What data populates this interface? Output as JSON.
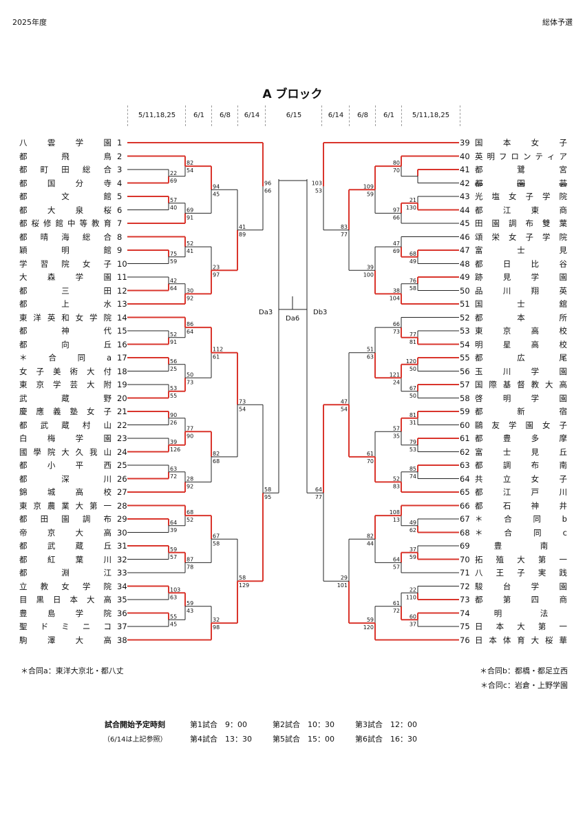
{
  "header": {
    "year": "2025年度",
    "event": "総体予選"
  },
  "title": "A ブロック",
  "date_headers_left": [
    "5/11,18,25",
    "6/1",
    "6/8",
    "6/14"
  ],
  "date_headers_center": "6/15",
  "date_headers_right": [
    "6/14",
    "6/8",
    "6/1",
    "5/11,18,25"
  ],
  "teams_left": [
    {
      "n": 1,
      "name": "八雲学園"
    },
    {
      "n": 2,
      "name": "都飛鳥"
    },
    {
      "n": 3,
      "name": "都町田総合"
    },
    {
      "n": 4,
      "name": "都国分寺"
    },
    {
      "n": 5,
      "name": "都文館"
    },
    {
      "n": 6,
      "name": "都大泉桜"
    },
    {
      "n": 7,
      "name": "都桜修館中等教育"
    },
    {
      "n": 8,
      "name": "都晴海総合"
    },
    {
      "n": 9,
      "name": "穎明館"
    },
    {
      "n": 10,
      "name": "学習院女子"
    },
    {
      "n": 11,
      "name": "大森学園"
    },
    {
      "n": 12,
      "name": "都三田"
    },
    {
      "n": 13,
      "name": "都上水"
    },
    {
      "n": 14,
      "name": "東洋英和女学院"
    },
    {
      "n": 15,
      "name": "都神代"
    },
    {
      "n": 16,
      "name": "都向丘"
    },
    {
      "n": 17,
      "name": "＊合同a"
    },
    {
      "n": 18,
      "name": "女子美術大付"
    },
    {
      "n": 19,
      "name": "東京学芸大附"
    },
    {
      "n": 20,
      "name": "武蔵野"
    },
    {
      "n": 21,
      "name": "慶應義塾女子"
    },
    {
      "n": 22,
      "name": "都武蔵村山"
    },
    {
      "n": 23,
      "name": "白梅学園"
    },
    {
      "n": 24,
      "name": "國學院大久我山"
    },
    {
      "n": 25,
      "name": "都小平西"
    },
    {
      "n": 26,
      "name": "都深川"
    },
    {
      "n": 27,
      "name": "錦城高校"
    },
    {
      "n": 28,
      "name": "東京農業大第一"
    },
    {
      "n": 29,
      "name": "都田園調布"
    },
    {
      "n": 30,
      "name": "帝京大高"
    },
    {
      "n": 31,
      "name": "都武蔵丘"
    },
    {
      "n": 32,
      "name": "都紅葉川"
    },
    {
      "n": 33,
      "name": "都淵江"
    },
    {
      "n": 34,
      "name": "立教女学院"
    },
    {
      "n": 35,
      "name": "目黒日本大高"
    },
    {
      "n": 36,
      "name": "豊島学院"
    },
    {
      "n": 37,
      "name": "聖ドミニコ"
    },
    {
      "n": 38,
      "name": "駒澤大高"
    }
  ],
  "teams_right": [
    {
      "n": 39,
      "name": "国本女子"
    },
    {
      "n": 40,
      "name": "英明フロンティア"
    },
    {
      "n": 41,
      "name": "都鷺宮"
    },
    {
      "n": 42,
      "name": "都園芸"
    },
    {
      "n": 43,
      "name": "光塩女子学院"
    },
    {
      "n": 44,
      "name": "都江東商"
    },
    {
      "n": 45,
      "name": "田園調布雙葉"
    },
    {
      "n": 46,
      "name": "頌栄女子学院"
    },
    {
      "n": 47,
      "name": "富士見"
    },
    {
      "n": 48,
      "name": "都日比谷"
    },
    {
      "n": 49,
      "name": "跡見学園"
    },
    {
      "n": 50,
      "name": "品川翔英"
    },
    {
      "n": 51,
      "name": "国士舘"
    },
    {
      "n": 52,
      "name": "都本所"
    },
    {
      "n": 53,
      "name": "東京高校"
    },
    {
      "n": 54,
      "name": "明星高校"
    },
    {
      "n": 55,
      "name": "都広尾"
    },
    {
      "n": 56,
      "name": "玉川学園"
    },
    {
      "n": 57,
      "name": "国際基督教大高"
    },
    {
      "n": 58,
      "name": "啓明学園"
    },
    {
      "n": 59,
      "name": "都新宿"
    },
    {
      "n": 60,
      "name": "鷗友学園女子"
    },
    {
      "n": 61,
      "name": "都豊多摩"
    },
    {
      "n": 62,
      "name": "富士見丘"
    },
    {
      "n": 63,
      "name": "都調布南"
    },
    {
      "n": 64,
      "name": "共立女子"
    },
    {
      "n": 65,
      "name": "都江戸川"
    },
    {
      "n": 66,
      "name": "都石神井"
    },
    {
      "n": 67,
      "name": "＊合同b"
    },
    {
      "n": 68,
      "name": "＊合同c"
    },
    {
      "n": 69,
      "name": "豊南"
    },
    {
      "n": 70,
      "name": "拓殖大第一"
    },
    {
      "n": 71,
      "name": "八王子実践"
    },
    {
      "n": 72,
      "name": "駿台学園"
    },
    {
      "n": 73,
      "name": "都第四商"
    },
    {
      "n": 74,
      "name": "明法"
    },
    {
      "n": 75,
      "name": "日本大第一"
    },
    {
      "n": 76,
      "name": "日本体育大桜華"
    }
  ],
  "center_labels": {
    "left": "Da3",
    "center": "Da6",
    "right": "Db3"
  },
  "notes_left": [
    "＊合同a：東洋大京北・都八丈"
  ],
  "notes_right": [
    "＊合同b：都橋・都足立西",
    "＊合同c：岩倉・上野学園"
  ],
  "schedule": {
    "title": "試合開始予定時刻",
    "subtitle": "（6/14は上記参照）",
    "games": [
      {
        "label": "第1試合",
        "time": "9：00"
      },
      {
        "label": "第2試合",
        "time": "10：30"
      },
      {
        "label": "第3試合",
        "time": "12：00"
      },
      {
        "label": "第4試合",
        "time": "13：30"
      },
      {
        "label": "第5試合",
        "time": "15：00"
      },
      {
        "label": "第6試合",
        "time": "16：30"
      }
    ]
  },
  "colors": {
    "winner": "#d9342b",
    "loser": "#222222"
  },
  "bracket": {
    "left": [
      {
        "kind": "match",
        "a": 3,
        "b": 4,
        "s": [
          "22",
          "69"
        ],
        "w": "b"
      },
      {
        "kind": "match",
        "a": 2,
        "b": "m0",
        "s": [
          "82",
          "54"
        ],
        "w": "a"
      },
      {
        "kind": "match",
        "a": 5,
        "b": 6,
        "s": [
          "57",
          "40"
        ],
        "w": "a"
      },
      {
        "kind": "match",
        "a": "m2",
        "b": 7,
        "s": [
          "69",
          "91"
        ],
        "w": "b"
      },
      {
        "kind": "match",
        "a": "m1",
        "b": "m3",
        "s": [
          "94",
          "45"
        ],
        "w": "a"
      },
      {
        "kind": "match",
        "a": 9,
        "b": 10,
        "s": [
          "75",
          "59"
        ],
        "w": "a"
      },
      {
        "kind": "match",
        "a": 8,
        "b": "m5",
        "s": [
          "52",
          "41"
        ],
        "w": "a"
      },
      {
        "kind": "match",
        "a": 11,
        "b": 12,
        "s": [
          "42",
          "64"
        ],
        "w": "b"
      },
      {
        "kind": "match",
        "a": "m7",
        "b": 13,
        "s": [
          "30",
          "92"
        ],
        "w": "b"
      },
      {
        "kind": "match",
        "a": "m6",
        "b": "m8",
        "s": [
          "23",
          "97"
        ],
        "w": "b"
      },
      {
        "kind": "match",
        "a": "m4",
        "b": "m9",
        "s": [
          "41",
          "89"
        ],
        "w": "b"
      },
      {
        "kind": "match",
        "a": 1,
        "b": "m10",
        "s": [
          "96",
          "66"
        ],
        "w": "a"
      },
      {
        "kind": "match",
        "a": 15,
        "b": 16,
        "s": [
          "52",
          "91"
        ],
        "w": "b"
      },
      {
        "kind": "match",
        "a": 14,
        "b": "m12",
        "s": [
          "86",
          "64"
        ],
        "w": "a"
      },
      {
        "kind": "match",
        "a": 17,
        "b": 18,
        "s": [
          "56",
          "25"
        ],
        "w": "a"
      },
      {
        "kind": "match",
        "a": 19,
        "b": 20,
        "s": [
          "53",
          "55"
        ],
        "w": "b"
      },
      {
        "kind": "match",
        "a": "m14",
        "b": "m15",
        "s": [
          "50",
          "73"
        ],
        "w": "b"
      },
      {
        "kind": "match",
        "a": "m13",
        "b": "m16",
        "s": [
          "112",
          "61"
        ],
        "w": "a"
      },
      {
        "kind": "match",
        "a": 21,
        "b": 22,
        "s": [
          "90",
          "26"
        ],
        "w": "a"
      },
      {
        "kind": "match",
        "a": 23,
        "b": 24,
        "s": [
          "39",
          "126"
        ],
        "w": "b"
      },
      {
        "kind": "match",
        "a": "m18",
        "b": "m19",
        "s": [
          "77",
          "90"
        ],
        "w": "b"
      },
      {
        "kind": "match",
        "a": 25,
        "b": 26,
        "s": [
          "63",
          "72"
        ],
        "w": "b"
      },
      {
        "kind": "match",
        "a": "m21",
        "b": 27,
        "s": [
          "28",
          "92"
        ],
        "w": "b"
      },
      {
        "kind": "match",
        "a": "m20",
        "b": "m22",
        "s": [
          "82",
          "68"
        ],
        "w": "a"
      },
      {
        "kind": "match",
        "a": "m17",
        "b": "m23",
        "s": [
          "73",
          "54"
        ],
        "w": "a"
      },
      {
        "kind": "match",
        "a": 29,
        "b": 30,
        "s": [
          "64",
          "39"
        ],
        "w": "a"
      },
      {
        "kind": "match",
        "a": 28,
        "b": "m25",
        "s": [
          "68",
          "52"
        ],
        "w": "a"
      },
      {
        "kind": "match",
        "a": 31,
        "b": 32,
        "s": [
          "59",
          "57"
        ],
        "w": "a"
      },
      {
        "kind": "match",
        "a": "m27",
        "b": 33,
        "s": [
          "87",
          "78"
        ],
        "w": "a"
      },
      {
        "kind": "match",
        "a": "m26",
        "b": "m28",
        "s": [
          "67",
          "58"
        ],
        "w": "a"
      },
      {
        "kind": "match",
        "a": 34,
        "b": 35,
        "s": [
          "103",
          "63"
        ],
        "w": "a"
      },
      {
        "kind": "match",
        "a": 36,
        "b": 37,
        "s": [
          "55",
          "45"
        ],
        "w": "a"
      },
      {
        "kind": "match",
        "a": "m30",
        "b": "m31",
        "s": [
          "59",
          "43"
        ],
        "w": "a"
      },
      {
        "kind": "match",
        "a": "m32",
        "b": 38,
        "s": [
          "32",
          "98"
        ],
        "w": "b"
      },
      {
        "kind": "match",
        "a": "m29",
        "b": "m33",
        "s": [
          "58",
          "129"
        ],
        "w": "b"
      },
      {
        "kind": "match",
        "a": "m24",
        "b": "m34",
        "s": [
          "58",
          "95"
        ],
        "w": "b"
      }
    ],
    "right": [
      {
        "kind": "match",
        "a": 41,
        "b": 42,
        "s": [
          "",
          ""
        ],
        "w": "a"
      },
      {
        "kind": "match",
        "a": 40,
        "b": "m0",
        "s": [
          "80",
          "70"
        ],
        "w": "a"
      },
      {
        "kind": "match",
        "a": 43,
        "b": 44,
        "s": [
          "21",
          "130"
        ],
        "w": "b"
      },
      {
        "kind": "match",
        "a": "m2",
        "b": 45,
        "s": [
          "97",
          "66"
        ],
        "w": "a"
      },
      {
        "kind": "match",
        "a": "m1",
        "b": "m3",
        "s": [
          "109",
          "59"
        ],
        "w": "a"
      },
      {
        "kind": "match",
        "a": 47,
        "b": 48,
        "s": [
          "68",
          "49"
        ],
        "w": "a"
      },
      {
        "kind": "match",
        "a": 46,
        "b": "m5",
        "s": [
          "47",
          "69"
        ],
        "w": "b"
      },
      {
        "kind": "match",
        "a": 49,
        "b": 50,
        "s": [
          "76",
          "58"
        ],
        "w": "a"
      },
      {
        "kind": "match",
        "a": "m7",
        "b": 51,
        "s": [
          "38",
          "104"
        ],
        "w": "b"
      },
      {
        "kind": "match",
        "a": "m6",
        "b": "m8",
        "s": [
          "39",
          "100"
        ],
        "w": "b"
      },
      {
        "kind": "match",
        "a": "m4",
        "b": "m9",
        "s": [
          "83",
          "77"
        ],
        "w": "a"
      },
      {
        "kind": "match",
        "a": 39,
        "b": "m10",
        "s": [
          "103",
          "53"
        ],
        "w": "a"
      },
      {
        "kind": "match",
        "a": 53,
        "b": 54,
        "s": [
          "77",
          "81"
        ],
        "w": "b"
      },
      {
        "kind": "match",
        "a": 52,
        "b": "m12",
        "s": [
          "66",
          "73"
        ],
        "w": "b"
      },
      {
        "kind": "match",
        "a": 55,
        "b": 56,
        "s": [
          "120",
          "50"
        ],
        "w": "a"
      },
      {
        "kind": "match",
        "a": 57,
        "b": 58,
        "s": [
          "67",
          "50"
        ],
        "w": "a"
      },
      {
        "kind": "match",
        "a": "m14",
        "b": "m15",
        "s": [
          "121",
          "24"
        ],
        "w": "a"
      },
      {
        "kind": "match",
        "a": "m13",
        "b": "m16",
        "s": [
          "51",
          "63"
        ],
        "w": "b"
      },
      {
        "kind": "match",
        "a": 59,
        "b": 60,
        "s": [
          "81",
          "31"
        ],
        "w": "a"
      },
      {
        "kind": "match",
        "a": 61,
        "b": 62,
        "s": [
          "79",
          "53"
        ],
        "w": "a"
      },
      {
        "kind": "match",
        "a": "m18",
        "b": "m19",
        "s": [
          "57",
          "35"
        ],
        "w": "a"
      },
      {
        "kind": "match",
        "a": 63,
        "b": 64,
        "s": [
          "85",
          "74"
        ],
        "w": "a"
      },
      {
        "kind": "match",
        "a": "m21",
        "b": 65,
        "s": [
          "52",
          "83"
        ],
        "w": "b"
      },
      {
        "kind": "match",
        "a": "m20",
        "b": "m22",
        "s": [
          "61",
          "70"
        ],
        "w": "b"
      },
      {
        "kind": "match",
        "a": "m17",
        "b": "m23",
        "s": [
          "47",
          "54"
        ],
        "w": "b"
      },
      {
        "kind": "match",
        "a": 67,
        "b": 68,
        "s": [
          "49",
          "62"
        ],
        "w": "b"
      },
      {
        "kind": "match",
        "a": 66,
        "b": "m25",
        "s": [
          "108",
          "13"
        ],
        "w": "a"
      },
      {
        "kind": "match",
        "a": 69,
        "b": 70,
        "s": [
          "37",
          "59"
        ],
        "w": "b"
      },
      {
        "kind": "match",
        "a": "m27",
        "b": 71,
        "s": [
          "64",
          "57"
        ],
        "w": "a"
      },
      {
        "kind": "match",
        "a": "m26",
        "b": "m28",
        "s": [
          "82",
          "44"
        ],
        "w": "a"
      },
      {
        "kind": "match",
        "a": 72,
        "b": 73,
        "s": [
          "22",
          "110"
        ],
        "w": "b"
      },
      {
        "kind": "match",
        "a": 74,
        "b": 75,
        "s": [
          "60",
          "37"
        ],
        "w": "a"
      },
      {
        "kind": "match",
        "a": "m30",
        "b": "m31",
        "s": [
          "61",
          "72"
        ],
        "w": "b"
      },
      {
        "kind": "match",
        "a": "m32",
        "b": 76,
        "s": [
          "59",
          "120"
        ],
        "w": "b"
      },
      {
        "kind": "match",
        "a": "m29",
        "b": "m33",
        "s": [
          "29",
          "101"
        ],
        "w": "b"
      },
      {
        "kind": "match",
        "a": "m24",
        "b": "m34",
        "s": [
          "64",
          "77"
        ],
        "w": "a"
      }
    ]
  }
}
